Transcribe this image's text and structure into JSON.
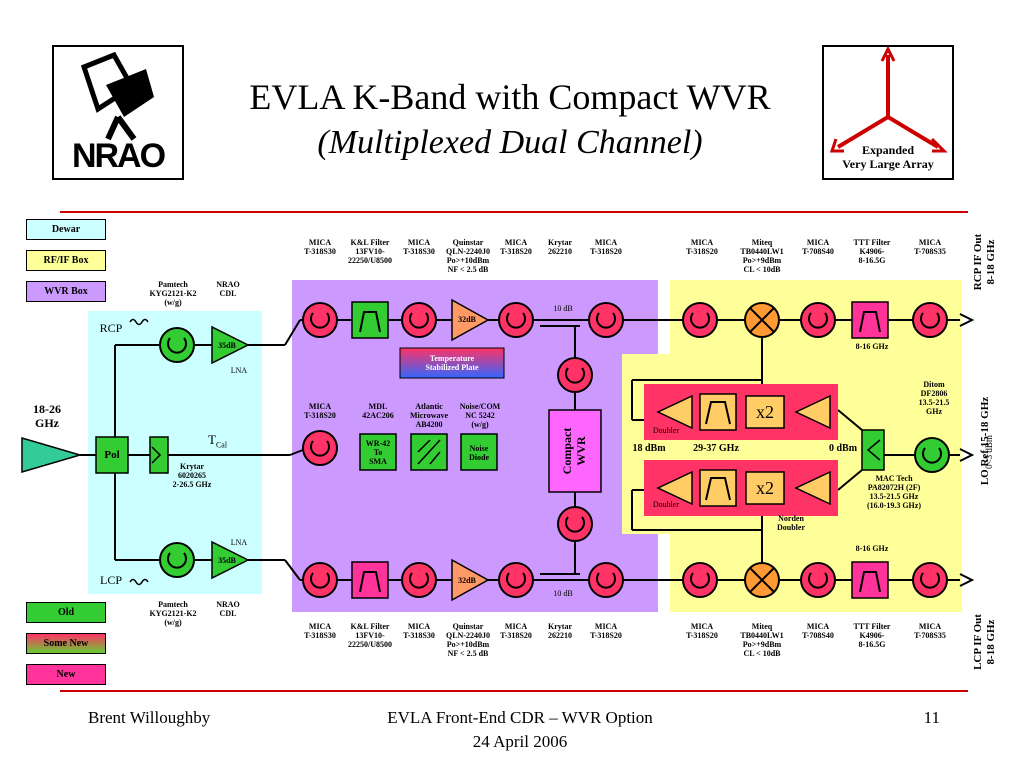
{
  "title": {
    "line1": "EVLA K-Band with Compact WVR",
    "line2": "(Multiplexed Dual Channel)"
  },
  "logos": {
    "nrao": "NRAO",
    "evla": {
      "l1": "Expanded",
      "l2": "Very Large Array"
    }
  },
  "legend_top": [
    {
      "label": "Dewar",
      "color": "#ccffff"
    },
    {
      "label": "RF/IF Box",
      "color": "#ffff99"
    },
    {
      "label": "WVR Box",
      "color": "#cc99ff"
    }
  ],
  "legend_bottom": [
    {
      "label": "Old",
      "color": "#33cc33"
    },
    {
      "label": "Some New",
      "color": "#ff9966"
    },
    {
      "label": "New",
      "color": "#ff3399"
    }
  ],
  "footer": {
    "author": "Brent Willoughby",
    "center1": "EVLA Front-End CDR – WVR Option",
    "center2": "24 April 2006",
    "page": "11"
  },
  "colors": {
    "dewar": "#ccffff",
    "rfif": "#ffff99",
    "wvr": "#cc99ff",
    "old": "#33cc33",
    "new": "#ff3399",
    "tan": "#ffcc66",
    "rule": "#cc0000"
  },
  "labels": {
    "freq_in": "18-26\nGHz",
    "pol": "Pol",
    "rcp": "RCP",
    "lcp": "LCP",
    "tcal": "T",
    "tcal_sub": "Cal",
    "pamtech": "Pamtech\nKYG2121-K2\n(w/g)",
    "nrao_cdl": "NRAO\nCDL",
    "lna": "LNA",
    "amp35": "35dB",
    "krytar_cpl": "Krytar\n6020265\n2-26.5 GHz",
    "mica_318s30": "MICA\nT-318S30",
    "mica_318s20": "MICA\nT-318S20",
    "kl_filter": "K&L Filter\n13FV10-\n22250/U8500",
    "quinstar": "Quinstar\nQLN-2240J0\nPo>+10dBm\nNF < 2.5 dB",
    "krytar": "Krytar\n262210",
    "amp32": "32dB",
    "mdl": "MDL\n42AC206",
    "atlantic": "Atlantic\nMicrowave\nAB4200",
    "noisecom": "Noise/COM\nNC 5242\n(w/g)",
    "wr42": "WR-42\nTo\nSMA",
    "noise_diode": "Noise\nDiode",
    "temp_plate": "Temperature\nStabilized Plate",
    "compact_wvr": "Compact\nWVR",
    "ten_db": "10 dB",
    "miteq": "Miteq\nTB0440LW1\nPo>+9dBm\nCL < 10dB",
    "mica_708s40": "MICA\nT-708S40",
    "ttt": "TTT Filter\nK4906-\n8-16.5G",
    "mica_708s35": "MICA\nT-708S35",
    "band816": "8-16 GHz",
    "doubler": "Doubler",
    "x2": "x2",
    "dbm18": "18 dBm",
    "ghz2937": "29-37 GHz",
    "dbm0": "0 dBm",
    "ditom": "Ditom\nDF2806\n13.5-21.5\nGHz",
    "mactech": "MAC Tech\nPA82072H (2F)\n13.5-21.5 GHz\n(16.0-19.3 GHz)",
    "norden": "Norden\nDoubler",
    "rcp_if": "RCP IF Out\n8-18 GHz",
    "lcp_if": "LCP IF Out\n8-18 GHz",
    "lo_ref": "LO Ref    15-18 GHz",
    "lo_ref2": "0<3 dBm"
  }
}
